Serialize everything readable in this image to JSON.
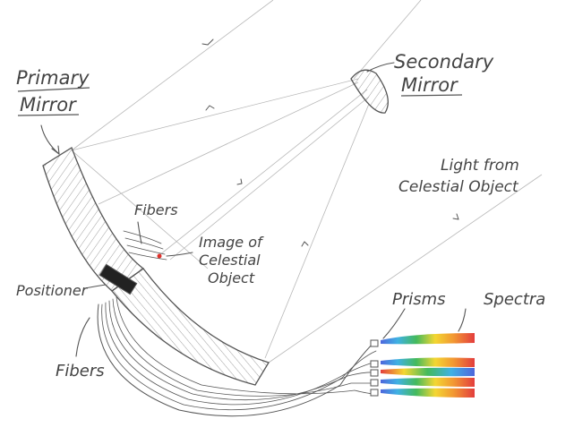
{
  "labels": {
    "primary_mirror": [
      "Primary",
      "Mirror"
    ],
    "secondary_mirror": [
      "Secondary",
      "Mirror"
    ],
    "light_source": [
      "Light from",
      "Celestial Object"
    ],
    "fibers_top": "Fibers",
    "fibers_bottom": "Fibers",
    "image": [
      "Image of",
      "Celestial",
      "Object"
    ],
    "positioner": "Positioner",
    "prisms": "Prisms",
    "spectra": "Spectra"
  },
  "colors": {
    "ink": "#555555",
    "light_ray": "#b8b8b8",
    "image_dot": "#e0302a",
    "spectrum": [
      "#3a55d8",
      "#2aa8e0",
      "#2fb24a",
      "#f2d21b",
      "#f08a1c",
      "#e02828"
    ]
  }
}
